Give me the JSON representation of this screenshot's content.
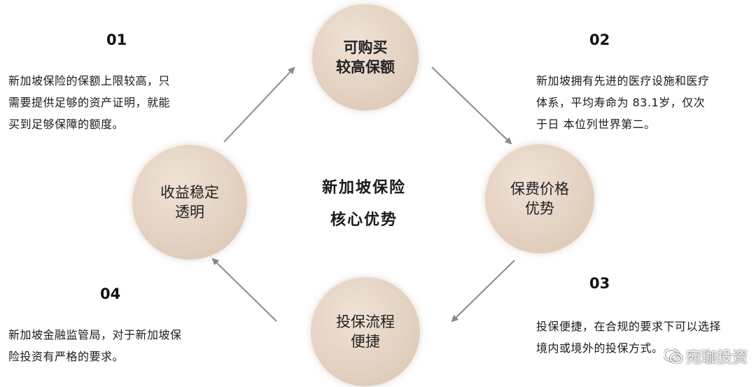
{
  "center": {
    "line1": "新加坡保险",
    "line2": "核心优势"
  },
  "nodes": {
    "top": "可购买\n较高保额",
    "right": "保费价格\n优势",
    "bottom": "投保流程\n便捷",
    "left": "收益稳定\n透明"
  },
  "points": [
    {
      "number": "01",
      "text": "新加坡保险的保额上限较高，只\n需要提供足够的资产证明，就能\n买到足够保障的额度。"
    },
    {
      "number": "02",
      "text": "新加坡拥有先进的医疗设施和医疗\n体系，平均寿命为 83.1岁，仅次\n于日 本位列世界第二。"
    },
    {
      "number": "03",
      "text": "投保便捷，在合规的要求下可以选择\n境内或境外的投保方式。"
    },
    {
      "number": "04",
      "text": "新加坡金融监管局，对于新加坡保\n险投资有严格的要求。"
    }
  ],
  "watermark": {
    "text": "宛珈投资",
    "icon": "wechat-icon"
  },
  "colors": {
    "circle": "#e6d5c6",
    "arrow": "#8a8a8a"
  }
}
